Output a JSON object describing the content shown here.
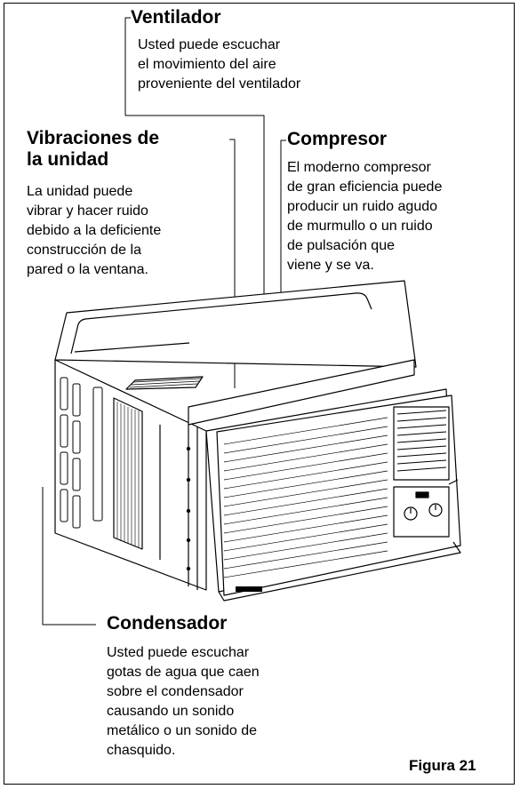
{
  "ventilador": {
    "title": "Ventilador",
    "lines": [
      "Usted puede escuchar",
      "el movimiento del aire",
      "proveniente del ventilador"
    ]
  },
  "vibraciones": {
    "title_lines": [
      "Vibraciones de",
      "la unidad"
    ],
    "lines": [
      "La unidad puede",
      "vibrar y hacer ruido",
      "debido a la deficiente",
      "construcción de la",
      "pared o la ventana."
    ]
  },
  "compresor": {
    "title": "Compresor",
    "lines": [
      "El moderno compresor",
      "de gran eficiencia puede",
      "producir un ruido agudo",
      "de murmullo o un ruido",
      "de pulsación que",
      "viene y se va."
    ]
  },
  "condensador": {
    "title": "Condensador",
    "lines": [
      "Usted puede escuchar",
      "gotas de agua que caen",
      "sobre el condensador",
      "causando un sonido",
      "metálico o un sonido de",
      "chasquido."
    ]
  },
  "figure_label": "Figura 21",
  "icons": [
    "air-conditioner-illustration"
  ]
}
